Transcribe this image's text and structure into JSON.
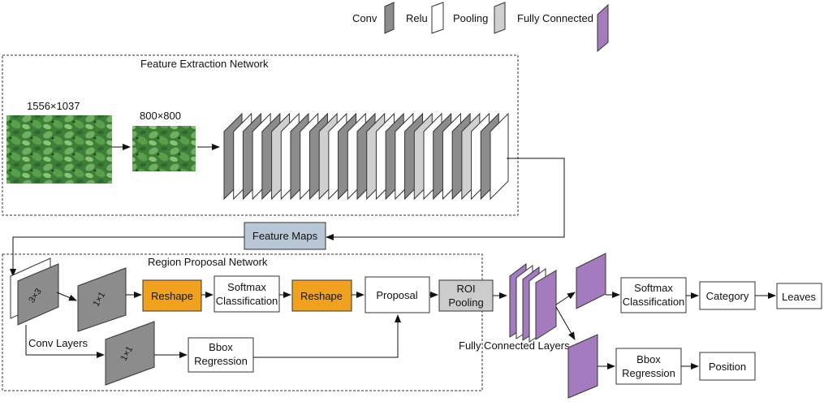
{
  "legend": {
    "conv_label": "Conv",
    "relu_label": "Relu",
    "pooling_label": "Pooling",
    "fc_label": "Fully Connected"
  },
  "colors": {
    "conv": "#8c8c8c",
    "relu": "#ffffff",
    "pooling": "#d0d0d0",
    "fully_connected": "#a57bbf",
    "reshape": "#f0a21e",
    "feature_maps": "#b7c7d6",
    "roi_pooling": "#cccccc"
  },
  "feature_extraction": {
    "title": "Feature Extraction Network",
    "input_size_label": "1556×1037",
    "resized_label": "800×800",
    "layer_sequence": [
      "conv",
      "relu",
      "conv",
      "relu",
      "conv",
      "pooling",
      "relu",
      "conv",
      "relu",
      "conv",
      "pooling",
      "relu",
      "conv",
      "relu",
      "conv",
      "pooling",
      "relu",
      "conv",
      "relu",
      "conv",
      "pooling",
      "relu",
      "conv",
      "relu",
      "conv",
      "pooling",
      "relu",
      "conv",
      "relu"
    ]
  },
  "feature_maps": {
    "label": "Feature Maps"
  },
  "rpn": {
    "title": "Region Proposal Network",
    "conv3x3_label": "3×3",
    "conv1x1_label": "1×1",
    "conv1x1_bbox_label": "1×1",
    "conv_layers_label": "Conv Layers",
    "reshape1": "Reshape",
    "softmax_line1": "Softmax",
    "softmax_line2": "Classification",
    "reshape2": "Reshape",
    "bbox_line1": "Bbox",
    "bbox_line2": "Regression",
    "proposal": "Proposal"
  },
  "roi": {
    "line1": "ROI",
    "line2": "Pooling"
  },
  "head": {
    "fc_layers_label": "Fully Connected Layers",
    "softmax_line1": "Softmax",
    "softmax_line2": "Classification",
    "category": "Category",
    "leaves": "Leaves",
    "bbox_line1": "Bbox",
    "bbox_line2": "Regression",
    "position": "Position"
  }
}
